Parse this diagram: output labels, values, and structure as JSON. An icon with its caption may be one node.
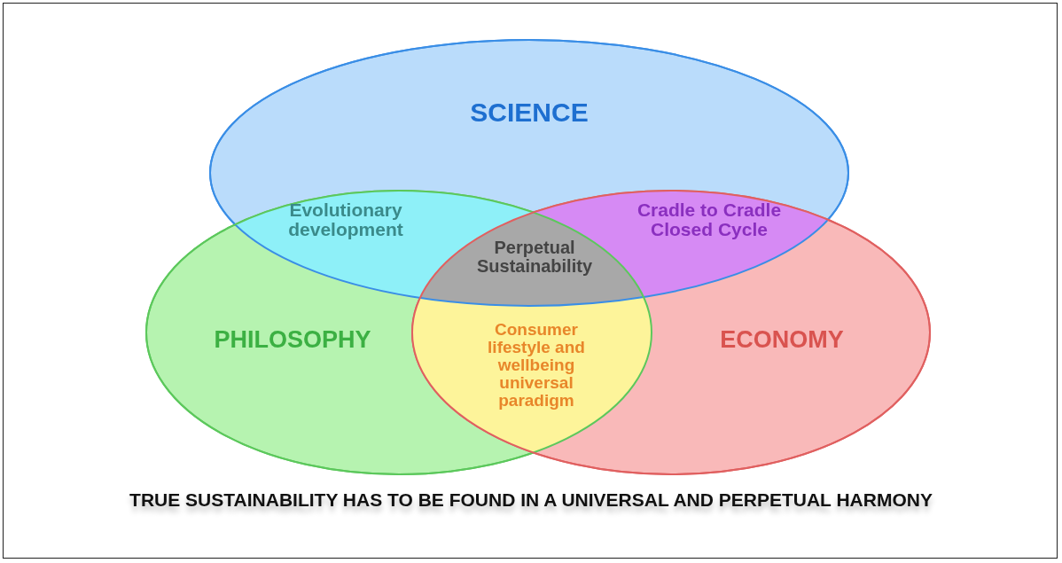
{
  "diagram": {
    "caption": "TRUE SUSTAINABILITY HAS TO BE FOUND IN A UNIVERSAL AND PERPETUAL HARMONY",
    "nodes": [
      {
        "text": [
          "SCIENCE"
        ]
      },
      {
        "text": [
          "Evolutionary development"
        ]
      },
      {
        "text": [
          "Cradle to Cradle Closed Cycle"
        ]
      },
      {
        "text": [
          "Perpetual Sustainability"
        ]
      },
      {
        "text": [
          "PHILOSOPHY"
        ]
      },
      {
        "text": [
          "Consumer lifestyle and wellbeing universal paradigm"
        ]
      },
      {
        "text": [
          "ECONOMY"
        ]
      }
    ],
    "edges": []
  }
}
